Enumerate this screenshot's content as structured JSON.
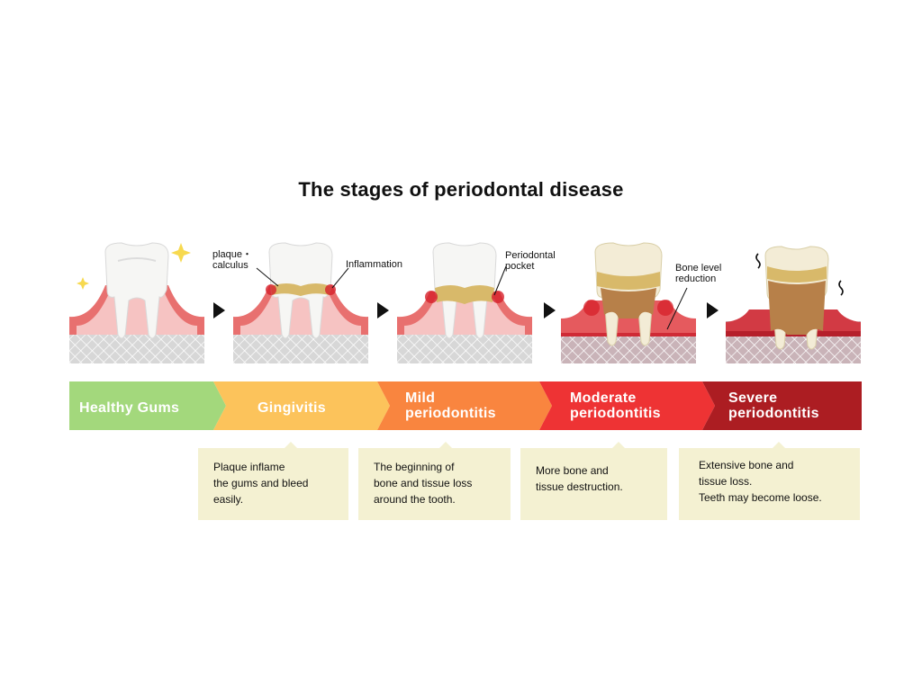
{
  "title": "The stages of periodontal disease",
  "stages": [
    {
      "label": "Healthy Gums",
      "color": "#a3d87c"
    },
    {
      "label": "Gingivitis",
      "color": "#fcc35b"
    },
    {
      "label": "Mild\nperiodontitis",
      "color": "#f9853f"
    },
    {
      "label": "Moderate\nperiodontitis",
      "color": "#ee3334"
    },
    {
      "label": "Severe\nperiodontitis",
      "color": "#ac1d22"
    }
  ],
  "callouts": {
    "plaque": "plaque・\ncalculus",
    "inflammation": "Inflammation",
    "pocket": "Periodontal\npocket",
    "bone_level": "Bone level\nreduction"
  },
  "descriptions": [
    "Plaque inflame\nthe gums and bleed\neasily.",
    "The beginning of\nbone and tissue loss\naround the tooth.",
    "More bone and\ntissue destruction.",
    "Extensive bone and\ntissue loss.\nTeeth may become loose."
  ],
  "colors": {
    "gum_outer": "#e8706f",
    "gum_inner": "#f6c3c2",
    "bone": "#dcdcdc",
    "tooth": "#f6f6f4",
    "calculus": "#d8b96a",
    "desc_bg": "#f4f1d2",
    "sparkle": "#f7d94f"
  },
  "icons": [
    "sparkle-icon",
    "arrow-right-icon",
    "wobble-icon"
  ]
}
